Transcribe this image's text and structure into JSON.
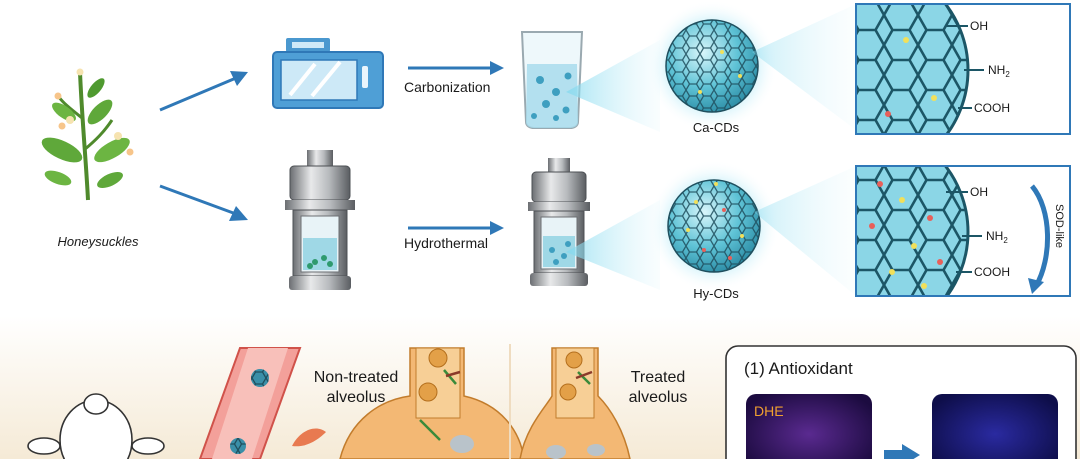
{
  "top": {
    "source_label": "Honeysuckles",
    "routes": [
      {
        "method": "Carbonization",
        "product": "Ca-CDs"
      },
      {
        "method": "Hydrothermal",
        "product": "Hy-CDs"
      }
    ],
    "groups": [
      "-OH",
      "-NH2",
      "-COOH"
    ],
    "group_oh": "OH",
    "group_nh2": "NH",
    "group_nh2_sub": "2",
    "group_cooh": "COOH",
    "sod_label": "SOD-like"
  },
  "bottom": {
    "non_treated_line1": "Non-treated",
    "non_treated_line2": "alveolus",
    "treated_line1": "Treated",
    "treated_line2": "alveolus",
    "panel_title": "(1)  Antioxidant",
    "stain_label": "DHE"
  },
  "colors": {
    "arrow_blue": "#2f78b7",
    "cd_cyan": "#6fd0e0",
    "lung_orange": "#f0a050",
    "blood_red": "#e8605a",
    "stain_purple": "#2a1460",
    "stain_blue": "#1a1a70",
    "band_beige": "#f7efe1"
  }
}
